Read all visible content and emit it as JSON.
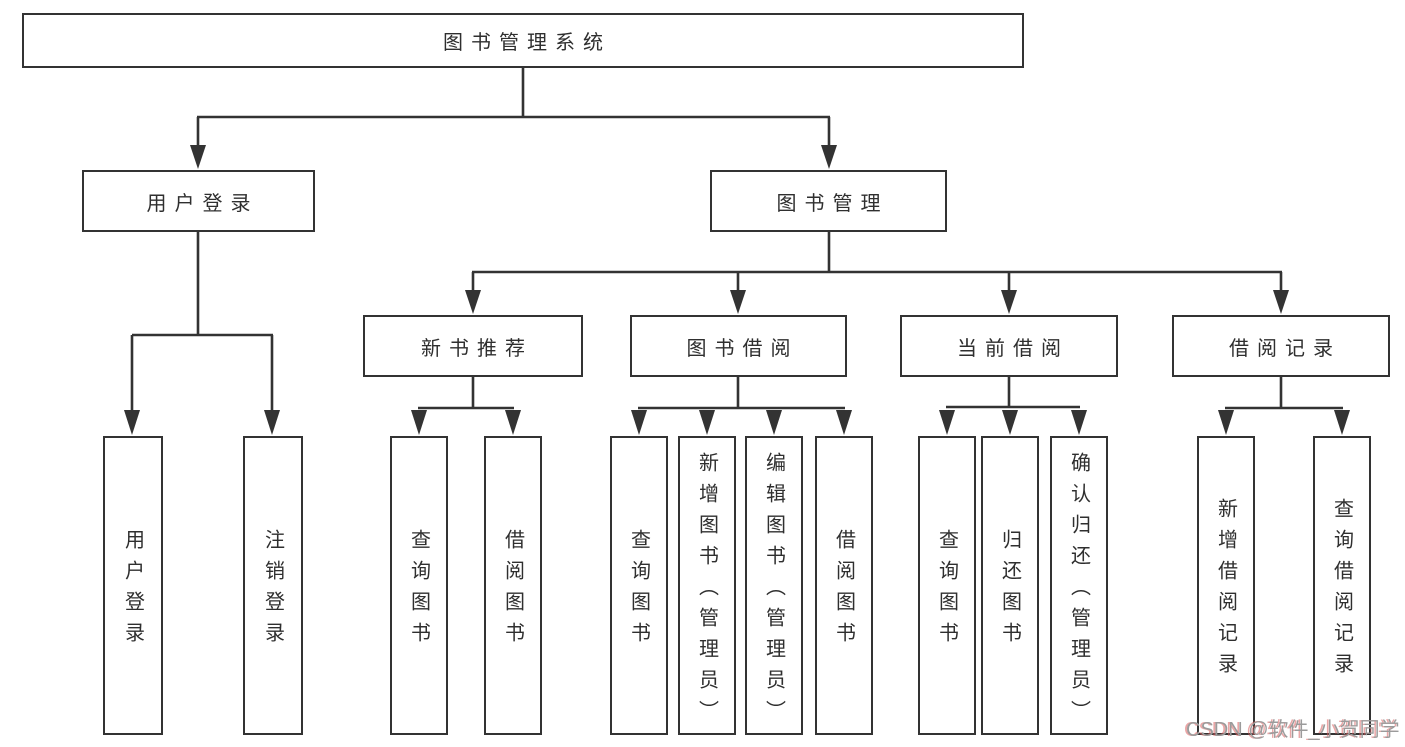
{
  "nodes": {
    "root": {
      "label": "图书管理系统"
    },
    "level2": [
      {
        "label": "用户登录"
      },
      {
        "label": "图书管理"
      }
    ],
    "level3": [
      {
        "label": "新书推荐"
      },
      {
        "label": "图书借阅"
      },
      {
        "label": "当前借阅"
      },
      {
        "label": "借阅记录"
      }
    ],
    "leaves": [
      {
        "label": "用户登录"
      },
      {
        "label": "注销登录"
      },
      {
        "label": "查询图书"
      },
      {
        "label": "借阅图书"
      },
      {
        "label": "查询图书"
      },
      {
        "label": "新增图书（管理员）"
      },
      {
        "label": "编辑图书（管理员）"
      },
      {
        "label": "借阅图书"
      },
      {
        "label": "查询图书"
      },
      {
        "label": "归还图书"
      },
      {
        "label": "确认归还（管理员）"
      },
      {
        "label": "新增借阅记录"
      },
      {
        "label": "查询借阅记录"
      }
    ]
  },
  "watermark": {
    "text": "CSDN @软件_小贺同学"
  },
  "colors": {
    "line": "#333333",
    "text": "#2f2f2f",
    "background": "#ffffff",
    "watermark_gray": "#9b9b9b",
    "watermark_red": "#d95f5f"
  }
}
